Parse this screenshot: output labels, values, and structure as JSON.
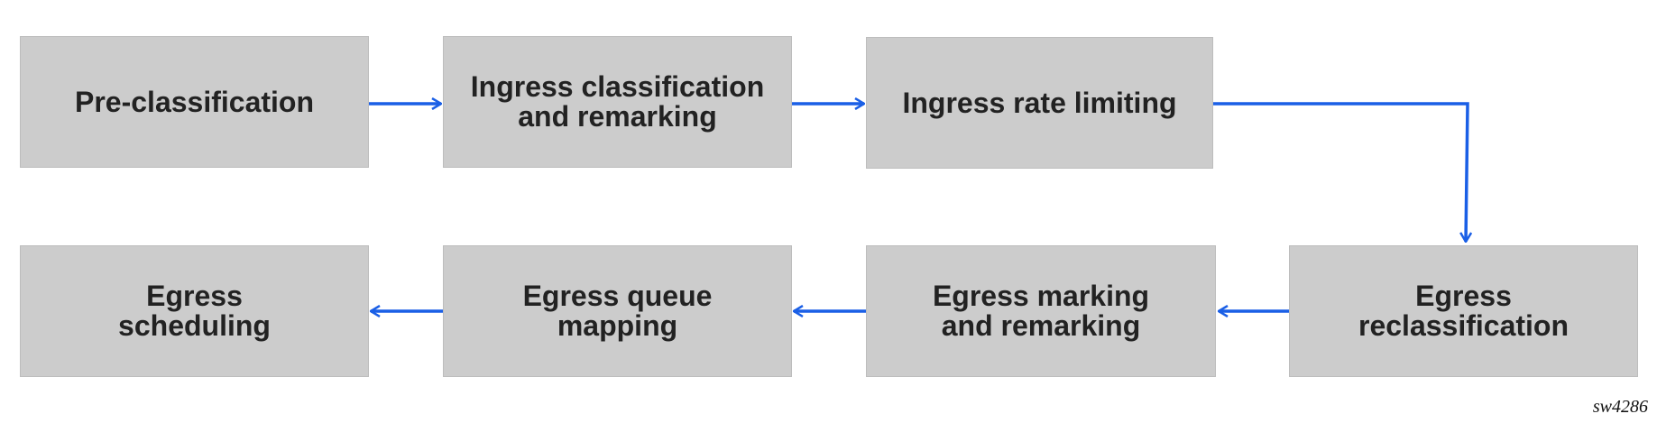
{
  "diagram": {
    "steps": {
      "pre_classification": "Pre-classification",
      "ingress_classification": "Ingress classification\nand remarking",
      "ingress_rate_limiting": "Ingress rate limiting",
      "egress_reclassification": "Egress\nreclassification",
      "egress_marking": "Egress marking\nand remarking",
      "egress_queue_mapping": "Egress queue\nmapping",
      "egress_scheduling": "Egress\nscheduling"
    },
    "figure_id": "sw4286",
    "colors": {
      "box_fill": "#cccccc",
      "text": "#222222",
      "arrow": "#1a5fe6"
    }
  }
}
